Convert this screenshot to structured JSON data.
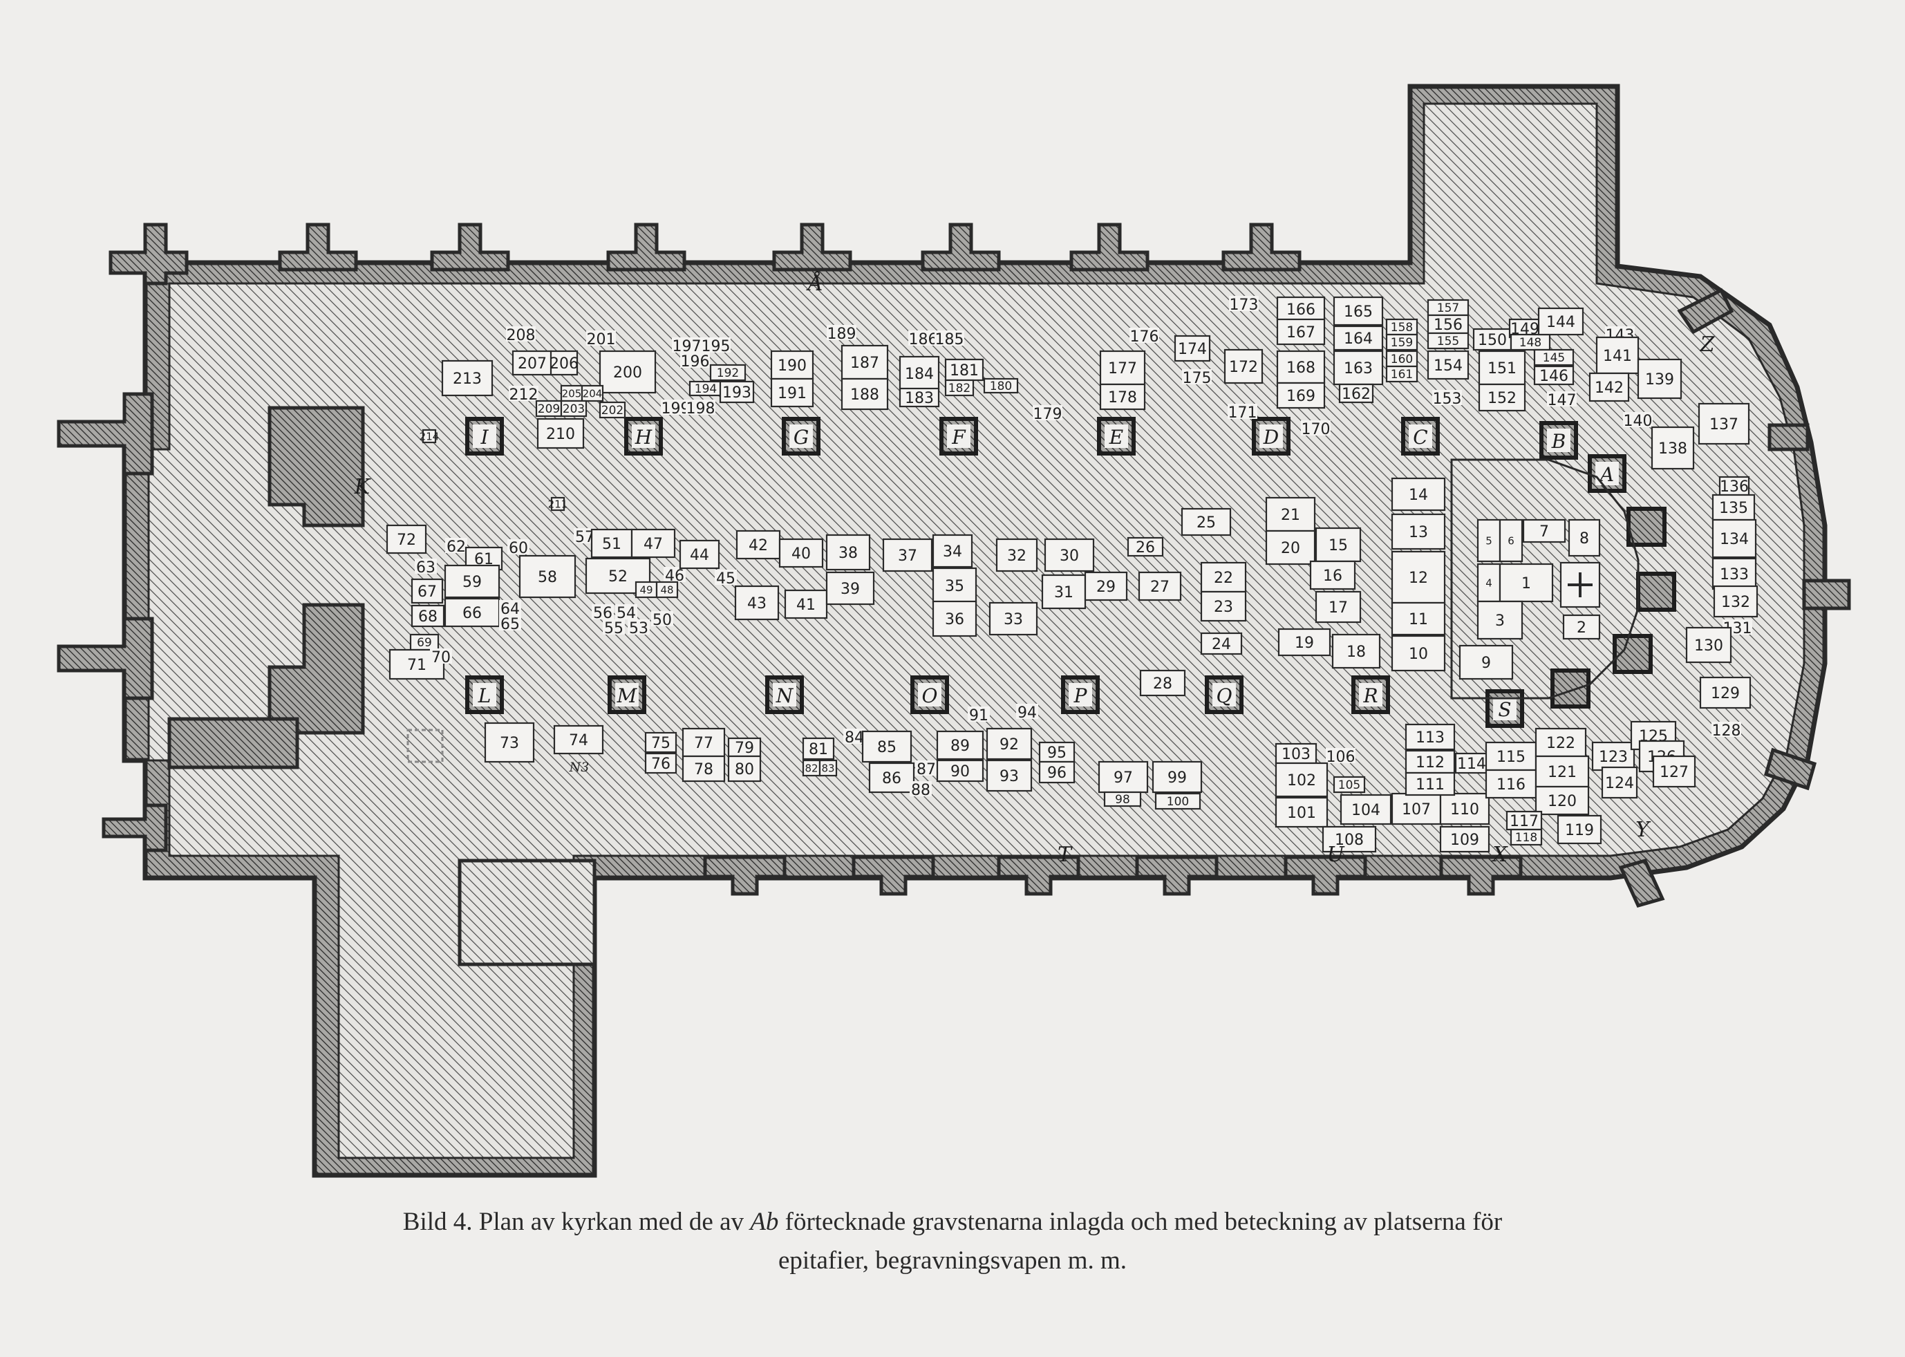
{
  "stone_numbers": {
    "nave_north": [
      "208",
      "207",
      "206",
      "201",
      "200",
      "212",
      "209",
      "205",
      "204",
      "203",
      "202",
      "213",
      "210",
      "214",
      "197",
      "195",
      "196",
      "194",
      "192",
      "193",
      "199",
      "198",
      "189",
      "190",
      "191",
      "187",
      "188",
      "186",
      "185",
      "184",
      "181",
      "180",
      "183",
      "182",
      "179",
      "176",
      "177",
      "178",
      "174",
      "175",
      "173",
      "172",
      "171",
      "166",
      "167",
      "168",
      "169",
      "170",
      "165",
      "164",
      "163",
      "162",
      "158",
      "159",
      "160",
      "161",
      "157",
      "156",
      "155",
      "154",
      "153",
      "150",
      "149",
      "148",
      "151",
      "152",
      "144",
      "145",
      "146",
      "147",
      "143",
      "141",
      "142",
      "139",
      "140"
    ],
    "nave_middle": [
      "211",
      "72",
      "63",
      "62",
      "61",
      "60",
      "67",
      "59",
      "68",
      "66",
      "64",
      "65",
      "58",
      "57",
      "51",
      "47",
      "52",
      "46",
      "45",
      "44",
      "42",
      "49",
      "48",
      "56",
      "54",
      "55",
      "53",
      "50",
      "43",
      "41",
      "40",
      "38",
      "39",
      "37",
      "34",
      "35",
      "36",
      "32",
      "30",
      "31",
      "29",
      "33",
      "26",
      "27",
      "25",
      "21",
      "20",
      "15",
      "22",
      "23",
      "16",
      "17",
      "24",
      "19",
      "18"
    ],
    "nave_south": [
      "69",
      "71",
      "70",
      "73",
      "74",
      "75",
      "77",
      "79",
      "76",
      "78",
      "80",
      "81",
      "84",
      "85",
      "82",
      "83",
      "86",
      "87",
      "88",
      "91",
      "94",
      "89",
      "92",
      "95",
      "90",
      "93",
      "96",
      "97",
      "99",
      "98",
      "100",
      "28",
      "103",
      "106",
      "102",
      "105",
      "101",
      "104",
      "107",
      "110",
      "108",
      "109",
      "113",
      "112",
      "114",
      "111",
      "115",
      "116",
      "122",
      "121",
      "120",
      "119",
      "117",
      "118",
      "123",
      "124",
      "125",
      "126",
      "127",
      "128"
    ],
    "choir": [
      "14",
      "13",
      "12",
      "11",
      "10",
      "9",
      "5",
      "6",
      "7",
      "8",
      "4",
      "1",
      "3",
      "2",
      "138",
      "137",
      "136",
      "135",
      "134",
      "133",
      "132",
      "131",
      "130",
      "129"
    ]
  },
  "extra_marks": {
    "n3": "N3"
  },
  "pillar_letters": {
    "north": [
      "I",
      "H",
      "G",
      "F",
      "E",
      "D",
      "C",
      "B"
    ],
    "south": [
      "L",
      "M",
      "N",
      "O",
      "P",
      "Q",
      "R",
      "S"
    ],
    "apse": [
      "A"
    ]
  },
  "wall_letters": [
    "Å",
    "K",
    "T",
    "U",
    "X",
    "Y",
    "Z"
  ],
  "caption": {
    "part1": "Bild 4.  Plan av kyrkan med de av ",
    "abbr": "Ab",
    "part2": " förtecknade gravstenarna inlagda och med beteckning av platserna för",
    "line2": "epitafier, begravningsvapen m. m."
  }
}
